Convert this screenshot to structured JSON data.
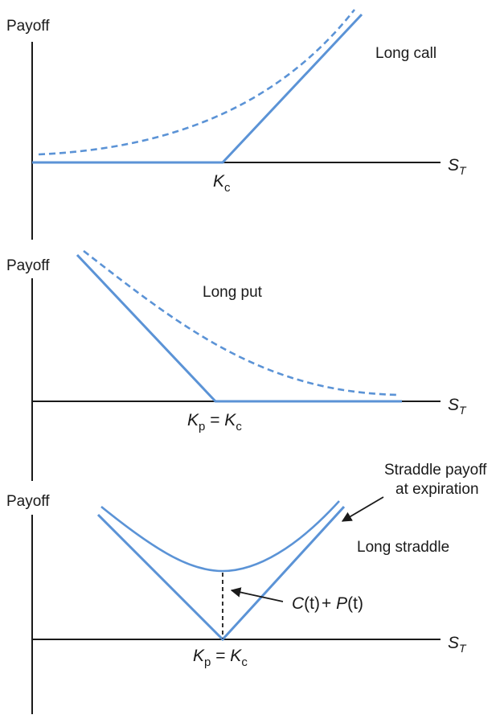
{
  "panels": {
    "call": {
      "y_label": "Payoff",
      "title": "Long call",
      "x_label": {
        "main": "S",
        "sub": "T"
      },
      "strike_label": {
        "k": "K",
        "sub": "c"
      }
    },
    "put": {
      "y_label": "Payoff",
      "title": "Long put",
      "x_label": {
        "main": "S",
        "sub": "T"
      },
      "strike_label": {
        "k1": "K",
        "sub1": "p",
        "eq": " = ",
        "k2": "K",
        "sub2": "c"
      }
    },
    "straddle": {
      "y_label": "Payoff",
      "title": "Long straddle",
      "x_label": {
        "main": "S",
        "sub": "T"
      },
      "strike_label": {
        "k1": "K",
        "sub1": "p",
        "eq": " = ",
        "k2": "K",
        "sub2": "c"
      },
      "annotation_1": "Straddle payoff",
      "annotation_2": "at expiration",
      "premium_label": {
        "c": "C",
        "t1": "(t)",
        "plus": "+ ",
        "p": "P",
        "t2": "(t)"
      }
    }
  },
  "colors": {
    "payoff_line": "#5b93d6",
    "axis": "#1a1a1a",
    "background": "#ffffff"
  }
}
